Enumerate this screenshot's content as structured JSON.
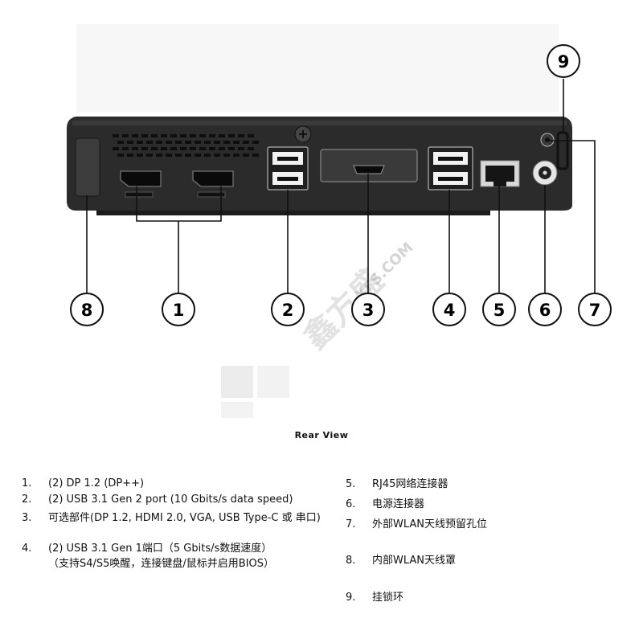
{
  "callouts": [
    "1",
    "2",
    "3",
    "4",
    "5",
    "6",
    "7",
    "8",
    "9"
  ],
  "watermark": {
    "latin": "XFS.COM",
    "cjk": "鑫方盛"
  },
  "caption": "Rear View",
  "legend": [
    {
      "num": "1.",
      "text": "(2) DP 1.2 (DP++)"
    },
    {
      "num": "2.",
      "text": "(2) USB 3.1 Gen 2 port (10 Gbits/s data speed)"
    },
    {
      "num": "3.",
      "text": "可选部件(DP 1.2, HDMI 2.0, VGA, USB Type-C 或 串口)"
    },
    {
      "num": "4.",
      "text": "(2) USB 3.1 Gen 1端口（5 Gbits/s数据速度）",
      "sub": "（支持S4/S5唤醒，连接键盘/鼠标并启用BIOS）"
    },
    {
      "num": "5.",
      "text": "RJ45网络连接器"
    },
    {
      "num": "6.",
      "text": "电源连接器"
    },
    {
      "num": "7.",
      "text": "外部WLAN天线预留孔位"
    },
    {
      "num": "8.",
      "text": "内部WLAN天线罩"
    },
    {
      "num": "9.",
      "text": "挂锁环"
    }
  ]
}
